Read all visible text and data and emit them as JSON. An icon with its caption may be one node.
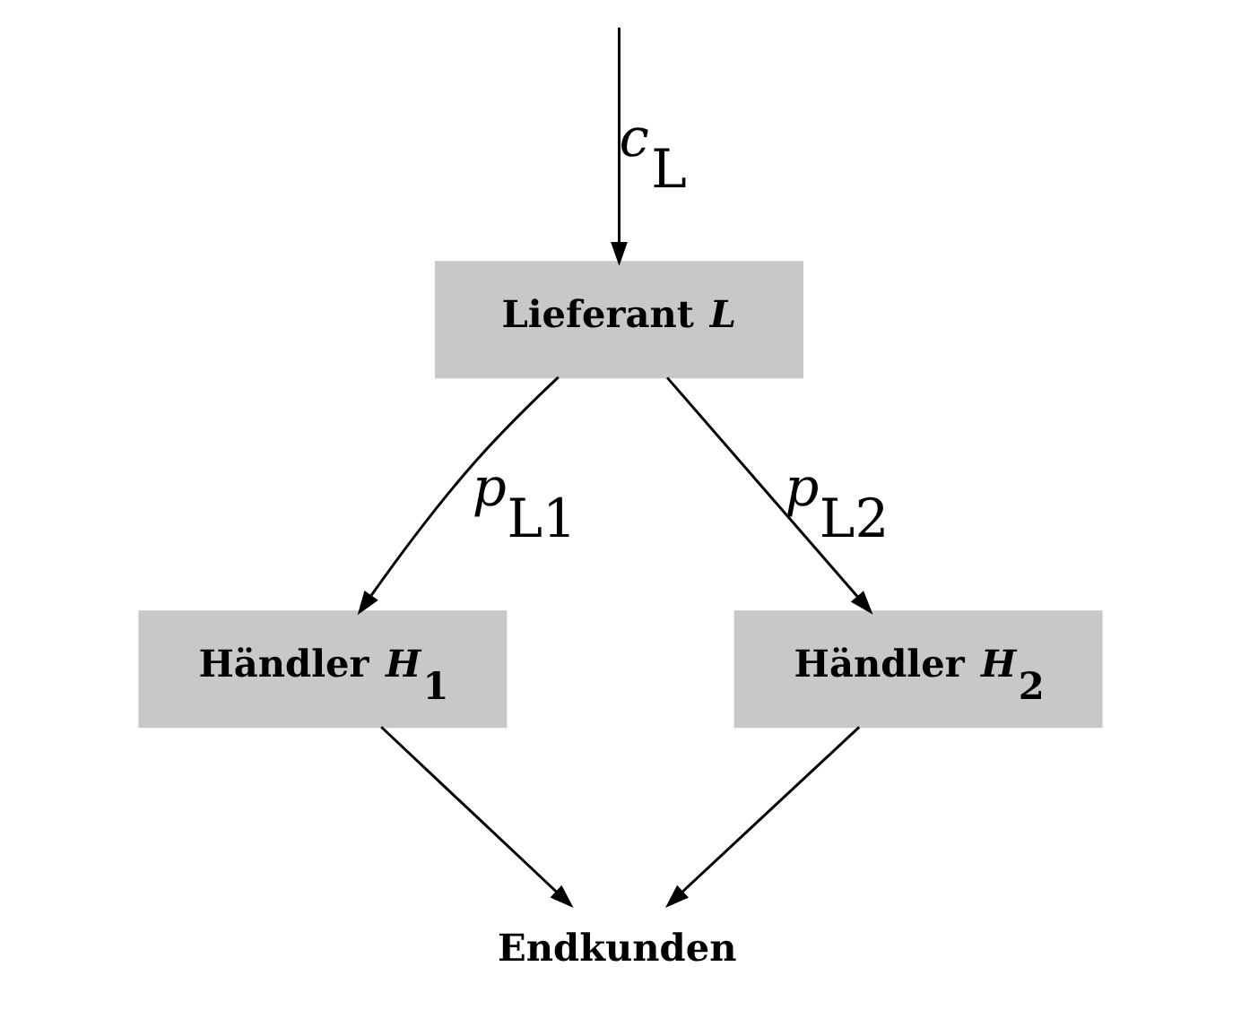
{
  "diagram": {
    "nodes": [
      {
        "text": [
          "Lieferant *L*"
        ]
      },
      {
        "text": [
          "Händler *H*$_{1}$"
        ]
      },
      {
        "text": [
          "Händler *H*$_{2}$"
        ]
      },
      {
        "text": [
          "Endkunden"
        ]
      }
    ],
    "edges": [
      {
        "from": null,
        "to": 0,
        "arrow": "to",
        "label": "*c*$_{L}$"
      },
      {
        "from": 0,
        "to": 1,
        "arrow": "to",
        "label": "*p*$_{L1}$"
      },
      {
        "from": 0,
        "to": 2,
        "arrow": "to",
        "label": "*p*$_{L2}$"
      },
      {
        "from": 1,
        "to": 3,
        "arrow": "to"
      },
      {
        "from": 2,
        "to": 3,
        "arrow": "to"
      }
    ]
  }
}
